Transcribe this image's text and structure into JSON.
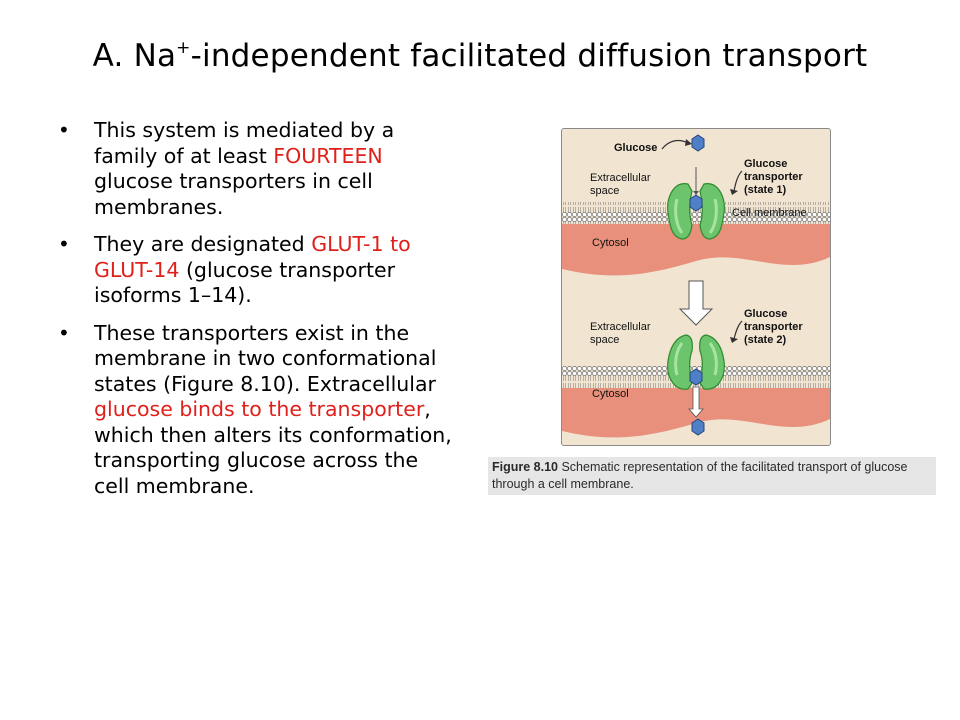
{
  "slide": {
    "title_prefix": "A. Na",
    "title_sup": "+",
    "title_suffix": "-independent facilitated diffusion transport"
  },
  "bullets": [
    {
      "parts": [
        "This system is mediated by a family of at least ",
        "FOURTEEN",
        " glucose transporters in cell membranes."
      ]
    },
    {
      "parts": [
        "They are designated ",
        "GLUT-1 to GLUT-14",
        " (glucose transporter isoforms 1–14)."
      ]
    },
    {
      "parts": [
        "These transporters exist in the membrane in two conformational states (Figure 8.10). Extracellular ",
        "glucose binds to the transporter",
        ", which then alters its conformation, transporting glucose across the cell membrane."
      ]
    }
  ],
  "figure": {
    "labels": {
      "glucose": "Glucose",
      "extracellular_1a": "Extracellular",
      "extracellular_1b": "space",
      "transporter_1a": "Glucose",
      "transporter_1b": "transporter",
      "transporter_1c": "(state 1)",
      "cell_membrane": "Cell membrane",
      "cytosol_1": "Cytosol",
      "extracellular_2a": "Extracellular",
      "extracellular_2b": "space",
      "transporter_2a": "Glucose",
      "transporter_2b": "transporter",
      "transporter_2c": "(state 2)",
      "cytosol_2": "Cytosol"
    },
    "caption_bold": "Figure 8.10",
    "caption_text": " Schematic representation of the facilitated transport of glucose through a cell membrane.",
    "colors": {
      "panel": "#f1e5d2",
      "cytosol": "#e8907c",
      "transporter": "#6cc46c",
      "glucose": "#4f7fc7"
    }
  }
}
